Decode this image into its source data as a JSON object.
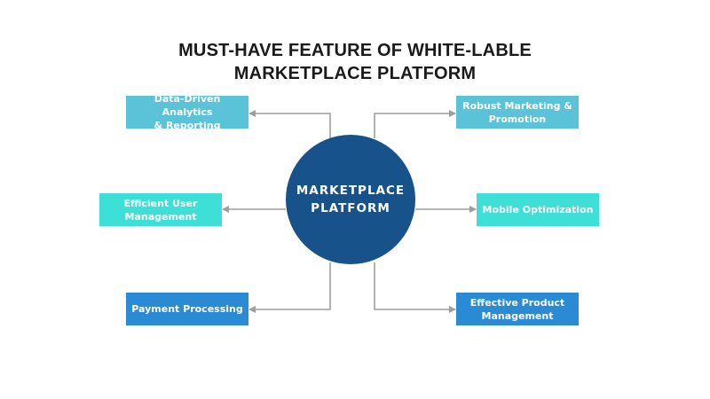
{
  "title": {
    "line1": "MUST-HAVE FEATURE OF WHITE-LABLE",
    "line2": "MARKETPLACE PLATFORM"
  },
  "hub": {
    "line1": "MARKETPLACE",
    "line2": "PLATFORM"
  },
  "colors": {
    "hub": "#17538a",
    "light_blue": "#5bc3d8",
    "turquoise": "#3ddfd7",
    "blue": "#2a8ad4",
    "connector": "#9e9e9e"
  },
  "features": {
    "analytics": {
      "line1": "Data-Driven Analytics",
      "line2": "& Reporting"
    },
    "marketing": {
      "line1": "Robust Marketing &",
      "line2": "Promotion"
    },
    "user_mgmt": {
      "line1": "Efficient User",
      "line2": "Management"
    },
    "mobile": {
      "line1": "Mobile Optimization"
    },
    "payment": {
      "line1": "Payment Processing"
    },
    "product_mgmt": {
      "line1": "Effective Product",
      "line2": "Management"
    }
  }
}
